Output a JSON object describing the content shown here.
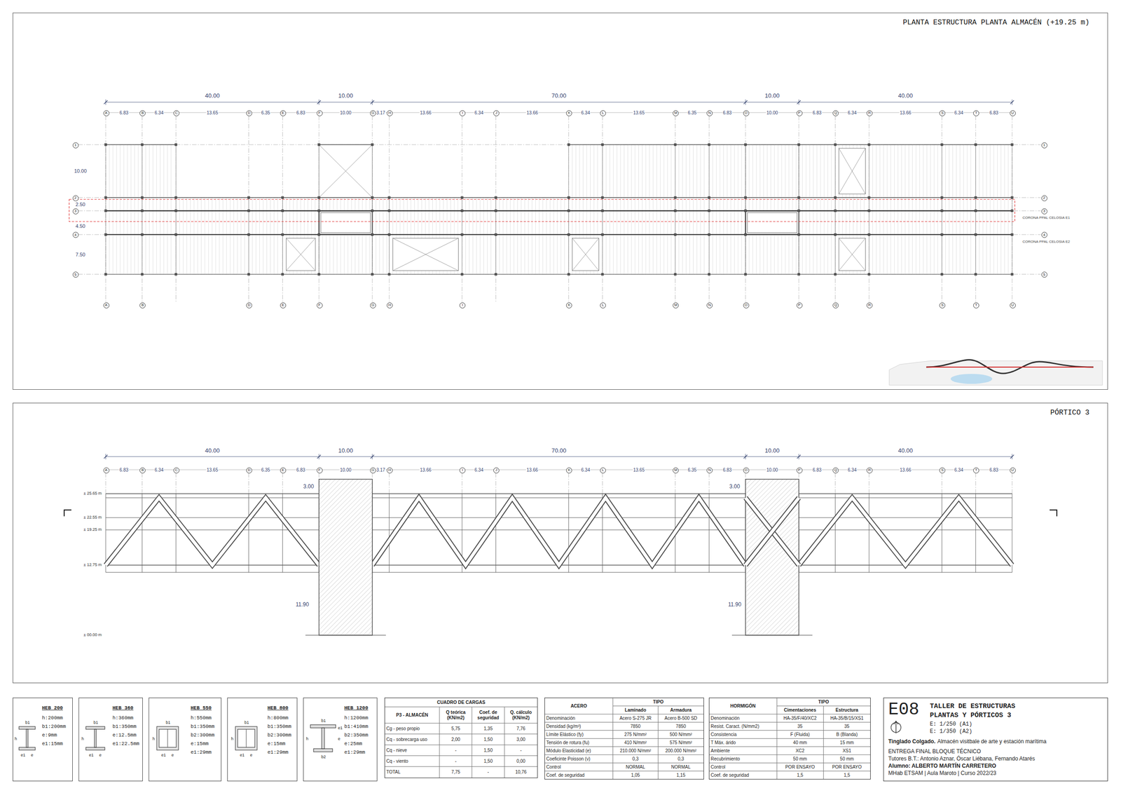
{
  "diagram": {
    "title": "PLANTA ESTRUCTURA PLANTA ALMACÉN (+19.25 m)",
    "nodes": [
      {
        "text": [
          "PLANTA ESTRUCTURA PLANTA ALMACÉN (+19.25 m)"
        ]
      },
      {
        "text": [
          "A"
        ],
        "in": 0
      },
      {
        "text": [
          "B"
        ],
        "in": 0
      },
      {
        "text": [
          "C"
        ],
        "in": 0
      },
      {
        "text": [
          "D"
        ],
        "in": 0
      },
      {
        "text": [
          "E"
        ],
        "in": 0
      },
      {
        "text": [
          "F"
        ],
        "in": 0
      },
      {
        "text": [
          "G"
        ],
        "in": 0
      },
      {
        "text": [
          "H"
        ],
        "in": 0
      },
      {
        "text": [
          "I"
        ],
        "in": 0
      },
      {
        "text": [
          "J"
        ],
        "in": 0
      },
      {
        "text": [
          "K"
        ],
        "in": 0
      },
      {
        "text": [
          "L"
        ],
        "in": 0
      },
      {
        "text": [
          "M"
        ],
        "in": 0
      },
      {
        "text": [
          "N"
        ],
        "in": 0
      },
      {
        "text": [
          "O"
        ],
        "in": 0
      },
      {
        "text": [
          "P"
        ],
        "in": 0
      },
      {
        "text": [
          "Q"
        ],
        "in": 0
      },
      {
        "text": [
          "R"
        ],
        "in": 0
      },
      {
        "text": [
          "S"
        ],
        "in": 0
      },
      {
        "text": [
          "T"
        ],
        "in": 0
      },
      {
        "text": [
          "U"
        ],
        "in": 0
      },
      {
        "text": [
          "A"
        ],
        "in": 0
      },
      {
        "text": [
          "B"
        ],
        "in": 0
      },
      {
        "text": [
          "D"
        ],
        "in": 0
      },
      {
        "text": [
          "E"
        ],
        "in": 0
      },
      {
        "text": [
          "F"
        ],
        "in": 0
      },
      {
        "text": [
          "G"
        ],
        "in": 0
      },
      {
        "text": [
          "H"
        ],
        "in": 0
      },
      {
        "text": [
          "I"
        ],
        "in": 0
      },
      {
        "text": [
          "K"
        ],
        "in": 0
      },
      {
        "text": [
          "L"
        ],
        "in": 0
      },
      {
        "text": [
          "M"
        ],
        "in": 0
      },
      {
        "text": [
          "N"
        ],
        "in": 0
      },
      {
        "text": [
          "O"
        ],
        "in": 0
      },
      {
        "text": [
          "P"
        ],
        "in": 0
      },
      {
        "text": [
          "Q"
        ],
        "in": 0
      },
      {
        "text": [
          "R"
        ],
        "in": 0
      },
      {
        "text": [
          "S"
        ],
        "in": 0
      },
      {
        "text": [
          "T"
        ],
        "in": 0
      },
      {
        "text": [
          "U"
        ],
        "in": 0
      },
      {
        "text": [
          "1"
        ],
        "in": 0
      },
      {
        "text": [
          "2"
        ],
        "in": 0
      },
      {
        "text": [
          "3"
        ],
        "in": 0
      },
      {
        "text": [
          "4"
        ],
        "in": 0
      },
      {
        "text": [
          "5"
        ],
        "in": 0
      },
      {
        "text": [
          "1"
        ],
        "in": 0
      },
      {
        "text": [
          "2"
        ],
        "in": 0
      },
      {
        "text": [
          "3"
        ],
        "in": 0
      },
      {
        "text": [
          "4"
        ],
        "in": 0
      },
      {
        "text": [
          "5"
        ],
        "in": 0
      },
      {
        "text": [
          "PÓRTICO 3"
        ]
      },
      {
        "text": [
          "A"
        ],
        "in": 51
      },
      {
        "text": [
          "B"
        ],
        "in": 51
      },
      {
        "text": [
          "C"
        ],
        "in": 51
      },
      {
        "text": [
          "D"
        ],
        "in": 51
      },
      {
        "text": [
          "E"
        ],
        "in": 51
      },
      {
        "text": [
          "F"
        ],
        "in": 51
      },
      {
        "text": [
          "G"
        ],
        "in": 51
      },
      {
        "text": [
          "H"
        ],
        "in": 51
      },
      {
        "text": [
          "I"
        ],
        "in": 51
      },
      {
        "text": [
          "J"
        ],
        "in": 51
      },
      {
        "text": [
          "K"
        ],
        "in": 51
      },
      {
        "text": [
          "L"
        ],
        "in": 51
      },
      {
        "text": [
          "M"
        ],
        "in": 51
      },
      {
        "text": [
          "N"
        ],
        "in": 51
      },
      {
        "text": [
          "O"
        ],
        "in": 51
      },
      {
        "text": [
          "P"
        ],
        "in": 51
      },
      {
        "text": [
          "Q"
        ],
        "in": 51
      },
      {
        "text": [
          "R"
        ],
        "in": 51
      },
      {
        "text": [
          "S"
        ],
        "in": 51
      },
      {
        "text": [
          "T"
        ],
        "in": 51
      },
      {
        "text": [
          "U"
        ],
        "in": 51
      },
      {
        "text": [
          "HEB 200",
          "h:200mm",
          "b1:200mm",
          "e:9mm",
          "e1:15mm",
          "b1",
          "h",
          "e",
          "e1"
        ]
      },
      {
        "text": [
          "HEB 360",
          "h:360mm",
          "b1:350mm",
          "e:12.5mm",
          "e1:22.5mm",
          "b1",
          "h",
          "e1",
          "e"
        ]
      },
      {
        "text": [
          "HEB 550",
          "h:550mm",
          "b1:350mm",
          "b2:300mm",
          "e:15mm",
          "e1:29mm",
          "b1",
          "h",
          "e1",
          "e"
        ]
      },
      {
        "text": [
          "HEB 800",
          "h:800mm",
          "b1:350mm",
          "b2:300mm",
          "e:15mm",
          "e1:29mm",
          "b1",
          "h",
          "e1",
          "e"
        ]
      },
      {
        "text": [
          "HEB 1200",
          "h:1200mm",
          "b1:410mm",
          "b2:350mm",
          "e:25mm",
          "e1:29mm",
          "b1",
          "e1",
          "h",
          "e",
          "b2"
        ]
      },
      {
        "text": [
          "CUADRO DE CARGAS",
          "P3 - ALMACÉN",
          "Q teórica (KN/m2)",
          "Coef. de seguridad",
          "Q. cálculo (KN/m2)",
          "Cg - peso propio",
          "5,75",
          "1,35",
          "7,76",
          "Cq - sobrecarga uso",
          "2,00",
          "1,50",
          "3,00",
          "Cq - nieve",
          "-",
          "1,50",
          "-",
          "Cq - viento",
          "-",
          "1,50",
          "0,00",
          "TOTAL",
          "7,75",
          "-",
          "10,76"
        ]
      },
      {
        "text": [
          "ACERO",
          "TIPO",
          "Laminado",
          "Armadura",
          "Denominación",
          "Acero S-275 JR",
          "Acero B-500 SD",
          "Densidad (kg/m³)",
          "7850",
          "7850",
          "Límite Elástico (fy)",
          "275 N/mm²",
          "500 N/mm²",
          "Tensión de rotura (fu)",
          "410 N/mm²",
          "575 N/mm²",
          "Módulo Elasticidad (e)",
          "210.000 N/mm²",
          "200.000 N/mm²",
          "Coeficinte Poisson (ν)",
          "0,3",
          "0,3",
          "Control",
          "NORMAL",
          "NORMAL",
          "Coef. de seguridad",
          "1,05",
          "1,15"
        ]
      },
      {
        "text": [
          "HORMIGÓN",
          "TIPO",
          "Cimentaciones",
          "Estructura",
          "Denominación",
          "HA-35/F/40/XC2",
          "HA-35/B/15/XS1",
          "Resist. Caract. (N/mm2)",
          "35",
          "35",
          "Consistencia",
          "F (Fluida)",
          "B (Blanda)",
          "T Máx. árido",
          "40 mm",
          "15 mm",
          "Ambiente",
          "XC2",
          "XS1",
          "Recubrimiento",
          "50 mm",
          "50 mm",
          "Control",
          "POR ENSAYO",
          "POR ENSAYO",
          "Coef. de seguridad",
          "1,5",
          "1,5"
        ]
      },
      {
        "text": [
          "E08",
          "TALLER DE ESTRUCTURAS",
          "PLANTAS Y PÓRTICOS 3",
          "E: 1/250 (A1)",
          "E: 1/350 (A2)",
          "Tinglado Colgado.",
          "Almacén visitbale de arte y estación marítima",
          "ENTREGA FINAL BLOQUE TÉCNICO",
          "Tutores B.T.: Antonio Aznar, Óscar Liébana, Fernando Atarés",
          "Alumno: ALBERTO MARTÍN CARRETERO",
          "MHab ETSAM | Aula Maroto | Curso 2022/23"
        ]
      }
    ],
    "labels": [
      "40.00",
      "10.00",
      "70.00",
      "10.00",
      "40.00",
      "6.83",
      "6.34",
      "13.65",
      "6.35",
      "6.83",
      "10.00",
      "3.17",
      "13.66",
      "6.34",
      "13.66",
      "6.34",
      "13.65",
      "6.35",
      "6.83",
      "10.00",
      "6.83",
      "6.34",
      "13.66",
      "6.34",
      "6.83",
      "10.00",
      "2.50",
      "4.50",
      "7.50",
      "CORONA PPAL CELOSIA E1",
      "CORONA PPAL CELOSIA E2",
      "40.00",
      "10.00",
      "70.00",
      "10.00",
      "40.00",
      "6.83",
      "6.34",
      "13.65",
      "6.35",
      "6.83",
      "10.00",
      "3.17",
      "13.66",
      "6.34",
      "13.66",
      "6.34",
      "13.65",
      "6.35",
      "6.83",
      "10.00",
      "6.83",
      "6.34",
      "13.66",
      "6.34",
      "6.83",
      "± 25.65 m",
      "± 22.55 m",
      "± 19.25 m",
      "± 12.75 m",
      "± 00.00 m",
      "3.00",
      "3.00",
      "11.90",
      "11.90"
    ]
  }
}
